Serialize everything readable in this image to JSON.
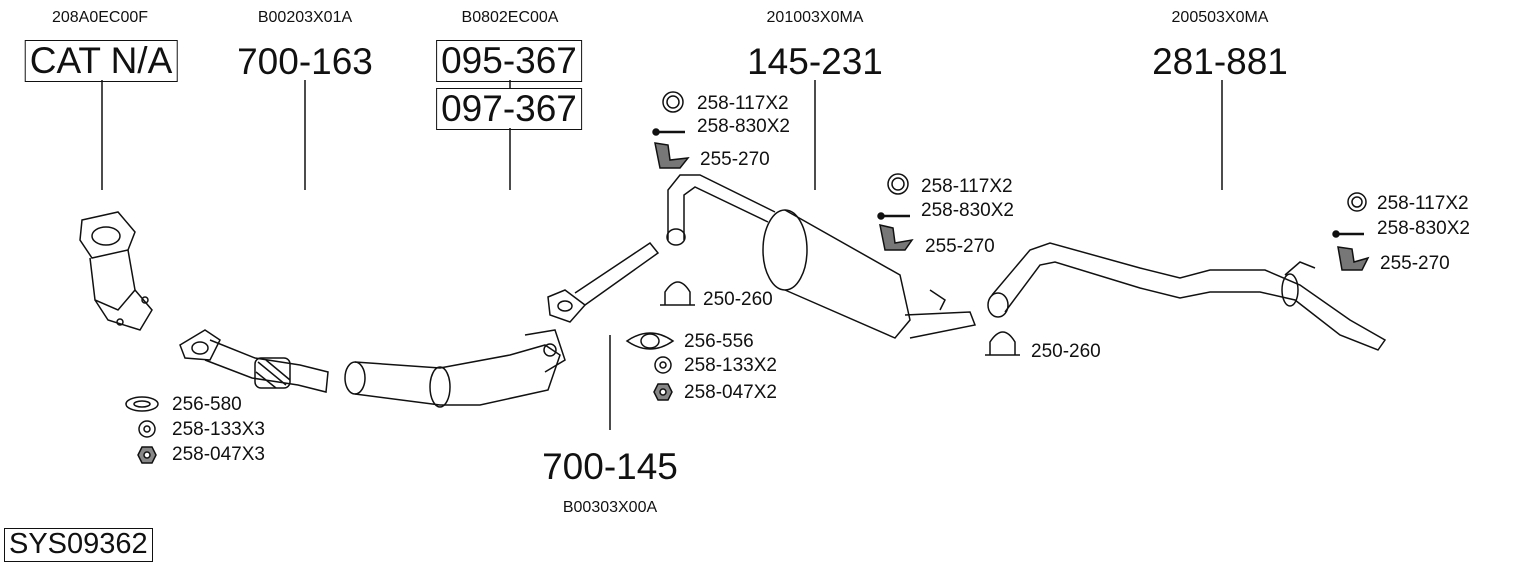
{
  "system_id": "SYS09362",
  "assemblies": [
    {
      "oem_code": "208A0EC00F",
      "part_number": "CAT N/A",
      "boxed": true
    },
    {
      "oem_code": "B00203X01A",
      "part_number": "700-163",
      "boxed": false
    },
    {
      "oem_code": "B0802EC00A",
      "part_number": "095-367",
      "alt_part_number": "097-367",
      "boxed": true
    },
    {
      "oem_code": "201003X0MA",
      "part_number": "145-231",
      "boxed": false
    },
    {
      "oem_code": "200503X0MA",
      "part_number": "281-881",
      "boxed": false
    },
    {
      "oem_code": "B00303X00A",
      "part_number": "700-145",
      "boxed": false
    }
  ],
  "fittings": {
    "group_a": [
      "256-580",
      "258-133X3",
      "258-047X3"
    ],
    "group_b": [
      "258-117X2",
      "258-830X2",
      "255-270"
    ],
    "clamp_1": "250-260",
    "group_c": [
      "256-556",
      "258-133X2",
      "258-047X2"
    ],
    "group_d": [
      "258-117X2",
      "258-830X2",
      "255-270"
    ],
    "clamp_2": "250-260",
    "group_e": [
      "258-117X2",
      "258-830X2",
      "255-270"
    ]
  }
}
